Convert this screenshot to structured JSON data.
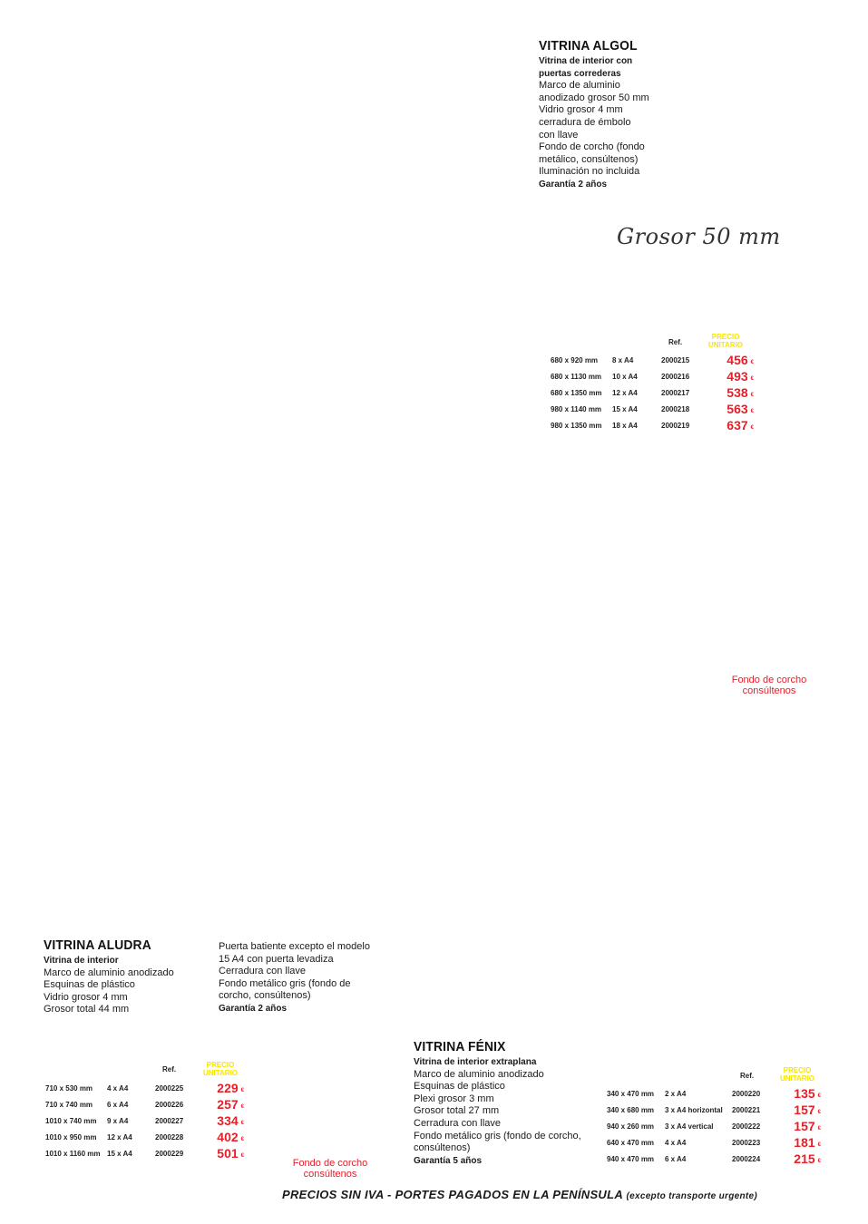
{
  "algol": {
    "title": "VITRINA ALGOL",
    "lines": [
      {
        "text": "Vitrina de interior con",
        "bold": true
      },
      {
        "text": "puertas correderas",
        "bold": true
      },
      {
        "text": "Marco de aluminio",
        "bold": false
      },
      {
        "text": "anodizado grosor 50 mm",
        "bold": false
      },
      {
        "text": "Vidrio grosor 4 mm",
        "bold": false
      },
      {
        "text": "cerradura de émbolo",
        "bold": false
      },
      {
        "text": "con llave",
        "bold": false
      },
      {
        "text": "Fondo de corcho (fondo",
        "bold": false
      },
      {
        "text": "metálico, consúltenos)",
        "bold": false
      },
      {
        "text": "Iluminación no incluida",
        "bold": false
      },
      {
        "text": "Garantía 2 años",
        "bold": true
      }
    ],
    "handwritten": "Grosor 50 mm",
    "ref_header": "Ref.",
    "price_header_1": "PRECIO",
    "price_header_2": "UNITARIO",
    "rows": [
      {
        "size": "680 x 920 mm",
        "capacity": "8 x A4",
        "ref": "2000215",
        "price": "456",
        "currency": "€"
      },
      {
        "size": "680 x 1130 mm",
        "capacity": "10 x A4",
        "ref": "2000216",
        "price": "493",
        "currency": "€"
      },
      {
        "size": "680 x 1350 mm",
        "capacity": "12 x A4",
        "ref": "2000217",
        "price": "538",
        "currency": "€"
      },
      {
        "size": "980 x 1140 mm",
        "capacity": "15 x A4",
        "ref": "2000218",
        "price": "563",
        "currency": "€"
      },
      {
        "size": "980 x 1350 mm",
        "capacity": "18 x A4",
        "ref": "2000219",
        "price": "637",
        "currency": "€"
      }
    ],
    "note_line1": "Fondo de corcho",
    "note_line2": "consúltenos"
  },
  "aludra": {
    "title": "VITRINA ALUDRA",
    "lines_left": [
      {
        "text": "Vitrina de interior",
        "bold": true
      },
      {
        "text": "Marco de aluminio anodizado",
        "bold": false
      },
      {
        "text": "Esquinas de plástico",
        "bold": false
      },
      {
        "text": "Vidrio grosor 4 mm",
        "bold": false
      },
      {
        "text": "Grosor total 44 mm",
        "bold": false
      }
    ],
    "lines_right": [
      {
        "text": "Puerta batiente excepto el modelo",
        "bold": false
      },
      {
        "text": "15 A4 con puerta levadiza",
        "bold": false
      },
      {
        "text": "Cerradura con llave",
        "bold": false
      },
      {
        "text": "Fondo metálico gris (fondo de",
        "bold": false
      },
      {
        "text": "corcho, consúltenos)",
        "bold": false
      },
      {
        "text": "Garantía 2 años",
        "bold": true
      }
    ],
    "ref_header": "Ref.",
    "price_header_1": "PRECIO",
    "price_header_2": "UNITARIO",
    "rows": [
      {
        "size": "710 x 530 mm",
        "capacity": "4 x A4",
        "ref": "2000225",
        "price": "229",
        "currency": "€"
      },
      {
        "size": "710 x 740 mm",
        "capacity": "6 x A4",
        "ref": "2000226",
        "price": "257",
        "currency": "€"
      },
      {
        "size": "1010 x 740 mm",
        "capacity": "9 x A4",
        "ref": "2000227",
        "price": "334",
        "currency": "€"
      },
      {
        "size": "1010 x 950 mm",
        "capacity": "12 x A4",
        "ref": "2000228",
        "price": "402",
        "currency": "€"
      },
      {
        "size": "1010 x 1160 mm",
        "capacity": "15 x A4",
        "ref": "2000229",
        "price": "501",
        "currency": "€"
      }
    ],
    "note_line1": "Fondo de corcho",
    "note_line2": "consúltenos"
  },
  "fenix": {
    "title": "VITRINA FÉNIX",
    "lines": [
      {
        "text": "Vitrina de interior extraplana",
        "bold": true
      },
      {
        "text": "Marco de aluminio anodizado",
        "bold": false
      },
      {
        "text": "Esquinas de plástico",
        "bold": false
      },
      {
        "text": "Plexi grosor 3 mm",
        "bold": false
      },
      {
        "text": "Grosor total 27 mm",
        "bold": false
      },
      {
        "text": "Cerradura con llave",
        "bold": false
      },
      {
        "text": "Fondo metálico gris (fondo de corcho,",
        "bold": false
      },
      {
        "text": "consúltenos)",
        "bold": false
      },
      {
        "text": "Garantía 5 años",
        "bold": true
      }
    ],
    "ref_header": "Ref.",
    "price_header_1": "PRECIO",
    "price_header_2": "UNITARIO",
    "rows": [
      {
        "size": "340 x 470 mm",
        "capacity": "2 x A4",
        "ref": "2000220",
        "price": "135",
        "currency": "€"
      },
      {
        "size": "340 x 680 mm",
        "capacity": "3 x A4 horizontal",
        "ref": "2000221",
        "price": "157",
        "currency": "€"
      },
      {
        "size": "940 x 260 mm",
        "capacity": "3 x A4 vertical",
        "ref": "2000222",
        "price": "157",
        "currency": "€"
      },
      {
        "size": "640 x 470 mm",
        "capacity": "4 x A4",
        "ref": "2000223",
        "price": "181",
        "currency": "€"
      },
      {
        "size": "940 x 470 mm",
        "capacity": "6 x A4",
        "ref": "2000224",
        "price": "215",
        "currency": "€"
      }
    ]
  },
  "footer": {
    "main": "PRECIOS SIN IVA - PORTES PAGADOS EN LA PENÍNSULA",
    "small": "(excepto transporte urgente)"
  },
  "colors": {
    "price_red": "#e4202a",
    "header_yellow": "#f7e600",
    "text": "#1a1a1a"
  }
}
